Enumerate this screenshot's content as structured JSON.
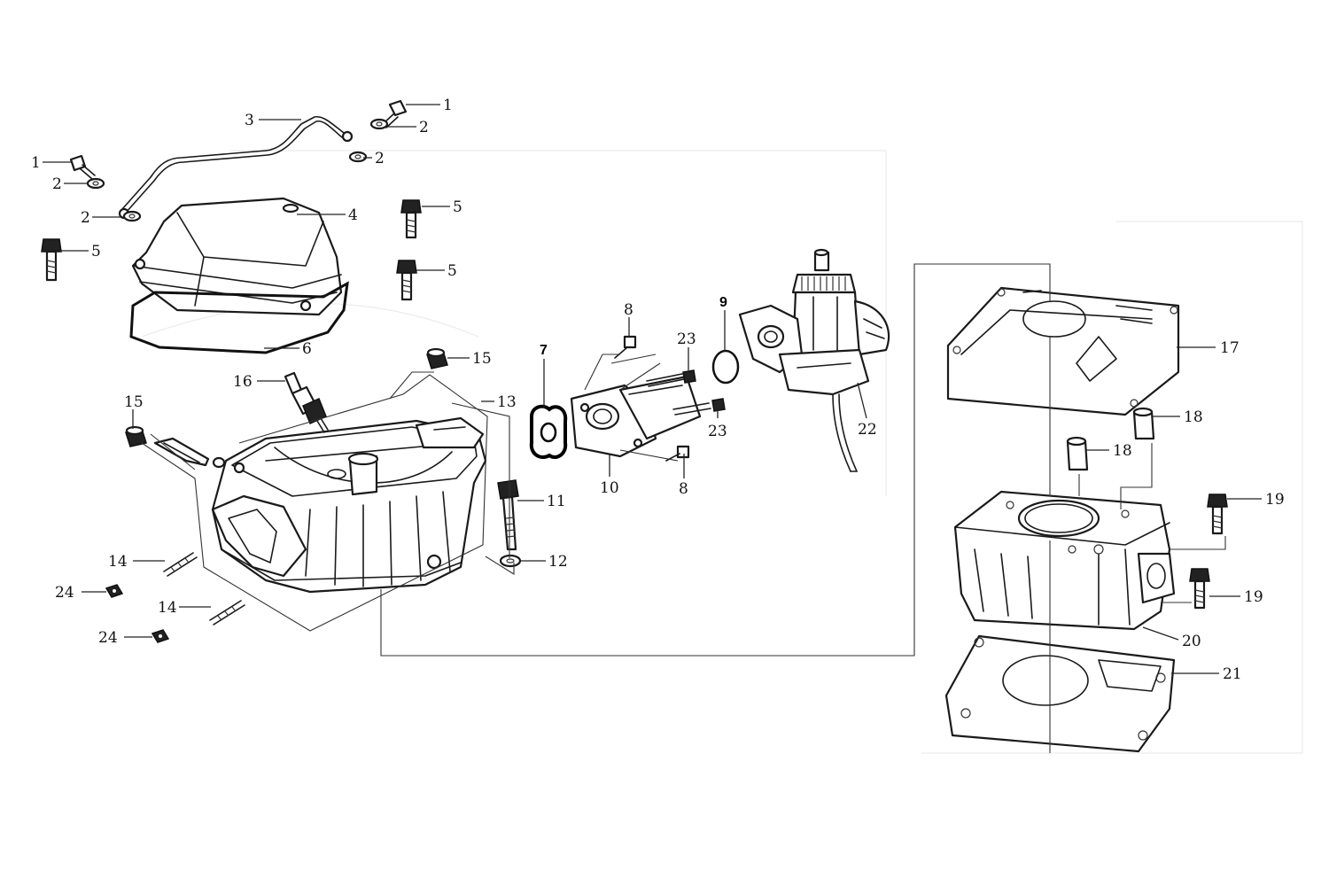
{
  "diagram": {
    "labels": {
      "l1a": "1",
      "l1b": "1",
      "l2a": "2",
      "l2b": "2",
      "l2c": "2",
      "l2d": "2",
      "l3": "3",
      "l4": "4",
      "l5a": "5",
      "l5b": "5",
      "l5c": "5",
      "l6": "6",
      "l7": "7",
      "l8a": "8",
      "l8b": "8",
      "l9": "9",
      "l10": "10",
      "l11": "11",
      "l12": "12",
      "l13": "13",
      "l14a": "14",
      "l14b": "14",
      "l15a": "15",
      "l15b": "15",
      "l16": "16",
      "l17": "17",
      "l18a": "18",
      "l18b": "18",
      "l19a": "19",
      "l19b": "19",
      "l20": "20",
      "l21": "21",
      "l22": "22",
      "l23a": "23",
      "l23b": "23",
      "l24a": "24",
      "l24b": "24"
    }
  }
}
